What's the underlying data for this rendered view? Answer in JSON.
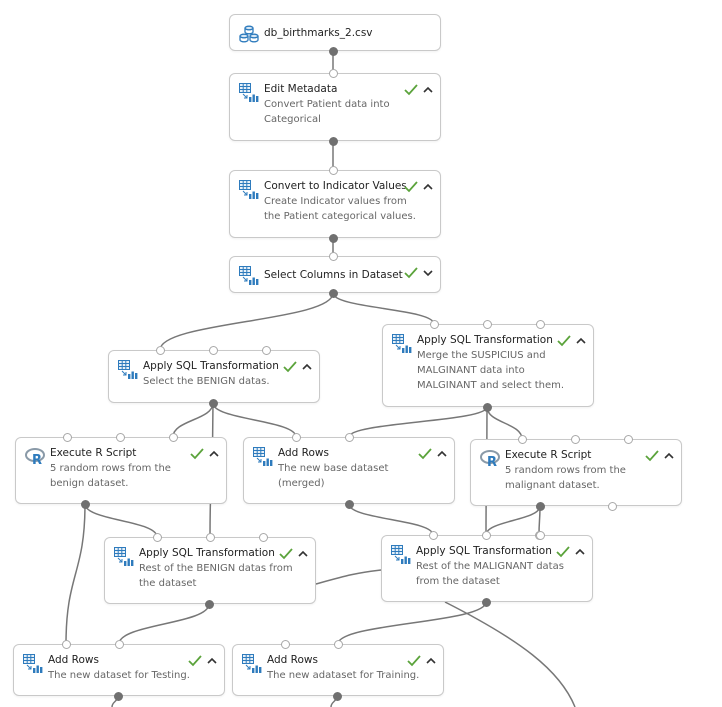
{
  "colors": {
    "check": "#5ba33b",
    "edge": "#777777",
    "icon_blue": "#2e7bbd"
  },
  "nodes": [
    {
      "id": "n1",
      "title": "db_birthmarks_2.csv",
      "desc": [],
      "icon": "database-icon",
      "status": ""
    },
    {
      "id": "n2",
      "title": "Edit Metadata",
      "desc": [
        "Convert Patient data into",
        "Categorical"
      ],
      "icon": "module-icon",
      "status": "expanded"
    },
    {
      "id": "n3",
      "title": "Convert to Indicator Values",
      "desc": [
        "Create Indicator values from",
        "the Patient categorical values."
      ],
      "icon": "module-icon",
      "status": "expanded"
    },
    {
      "id": "n4",
      "title": "Select Columns in Dataset",
      "desc": [],
      "icon": "module-icon",
      "status": "collapsed"
    },
    {
      "id": "n5",
      "title": "Apply SQL Transformation",
      "desc": [
        "Select the BENIGN datas."
      ],
      "icon": "module-icon",
      "status": "expanded"
    },
    {
      "id": "n6",
      "title": "Apply SQL Transformation",
      "desc": [
        "Merge the SUSPICIUS and",
        "MALGINANT data into",
        "MALGINANT and select them."
      ],
      "icon": "module-icon",
      "status": "expanded"
    },
    {
      "id": "n7",
      "title": "Execute R Script",
      "desc": [
        "5 random rows from the",
        "benign dataset."
      ],
      "icon": "r-icon",
      "status": "expanded"
    },
    {
      "id": "n8",
      "title": "Add Rows",
      "desc": [
        "The new base dataset",
        "(merged)"
      ],
      "icon": "module-icon",
      "status": "expanded"
    },
    {
      "id": "n9",
      "title": "Execute R Script",
      "desc": [
        "5 random rows from the",
        "malignant dataset."
      ],
      "icon": "r-icon",
      "status": "expanded"
    },
    {
      "id": "n10",
      "title": "Apply SQL Transformation",
      "desc": [
        "Rest of the BENIGN datas from",
        "the dataset"
      ],
      "icon": "module-icon",
      "status": "expanded"
    },
    {
      "id": "n11",
      "title": "Apply SQL Transformation",
      "desc": [
        "Rest of the MALIGNANT datas",
        "from the dataset"
      ],
      "icon": "module-icon",
      "status": "expanded"
    },
    {
      "id": "n12",
      "title": "Add Rows",
      "desc": [
        "The new dataset for Testing."
      ],
      "icon": "module-icon",
      "status": "expanded"
    },
    {
      "id": "n13",
      "title": "Add Rows",
      "desc": [
        "The new adataset for Training."
      ],
      "icon": "module-icon",
      "status": "expanded"
    }
  ],
  "edges": [
    [
      "n1",
      "n2"
    ],
    [
      "n2",
      "n3"
    ],
    [
      "n3",
      "n4"
    ],
    [
      "n4",
      "n5"
    ],
    [
      "n4",
      "n6"
    ],
    [
      "n5",
      "n7"
    ],
    [
      "n5",
      "n8"
    ],
    [
      "n5",
      "n10"
    ],
    [
      "n6",
      "n8"
    ],
    [
      "n6",
      "n9"
    ],
    [
      "n6",
      "n11"
    ],
    [
      "n7",
      "n12"
    ],
    [
      "n7",
      "n10"
    ],
    [
      "n8",
      "n11"
    ],
    [
      "n9",
      "n11"
    ],
    [
      "n9",
      "n11"
    ],
    [
      "n10",
      "n12"
    ],
    [
      "n10",
      "n11"
    ],
    [
      "n11",
      "n13"
    ],
    [
      "n11",
      "offpage"
    ],
    [
      "n12",
      "offpage"
    ],
    [
      "n13",
      "offpage"
    ]
  ]
}
